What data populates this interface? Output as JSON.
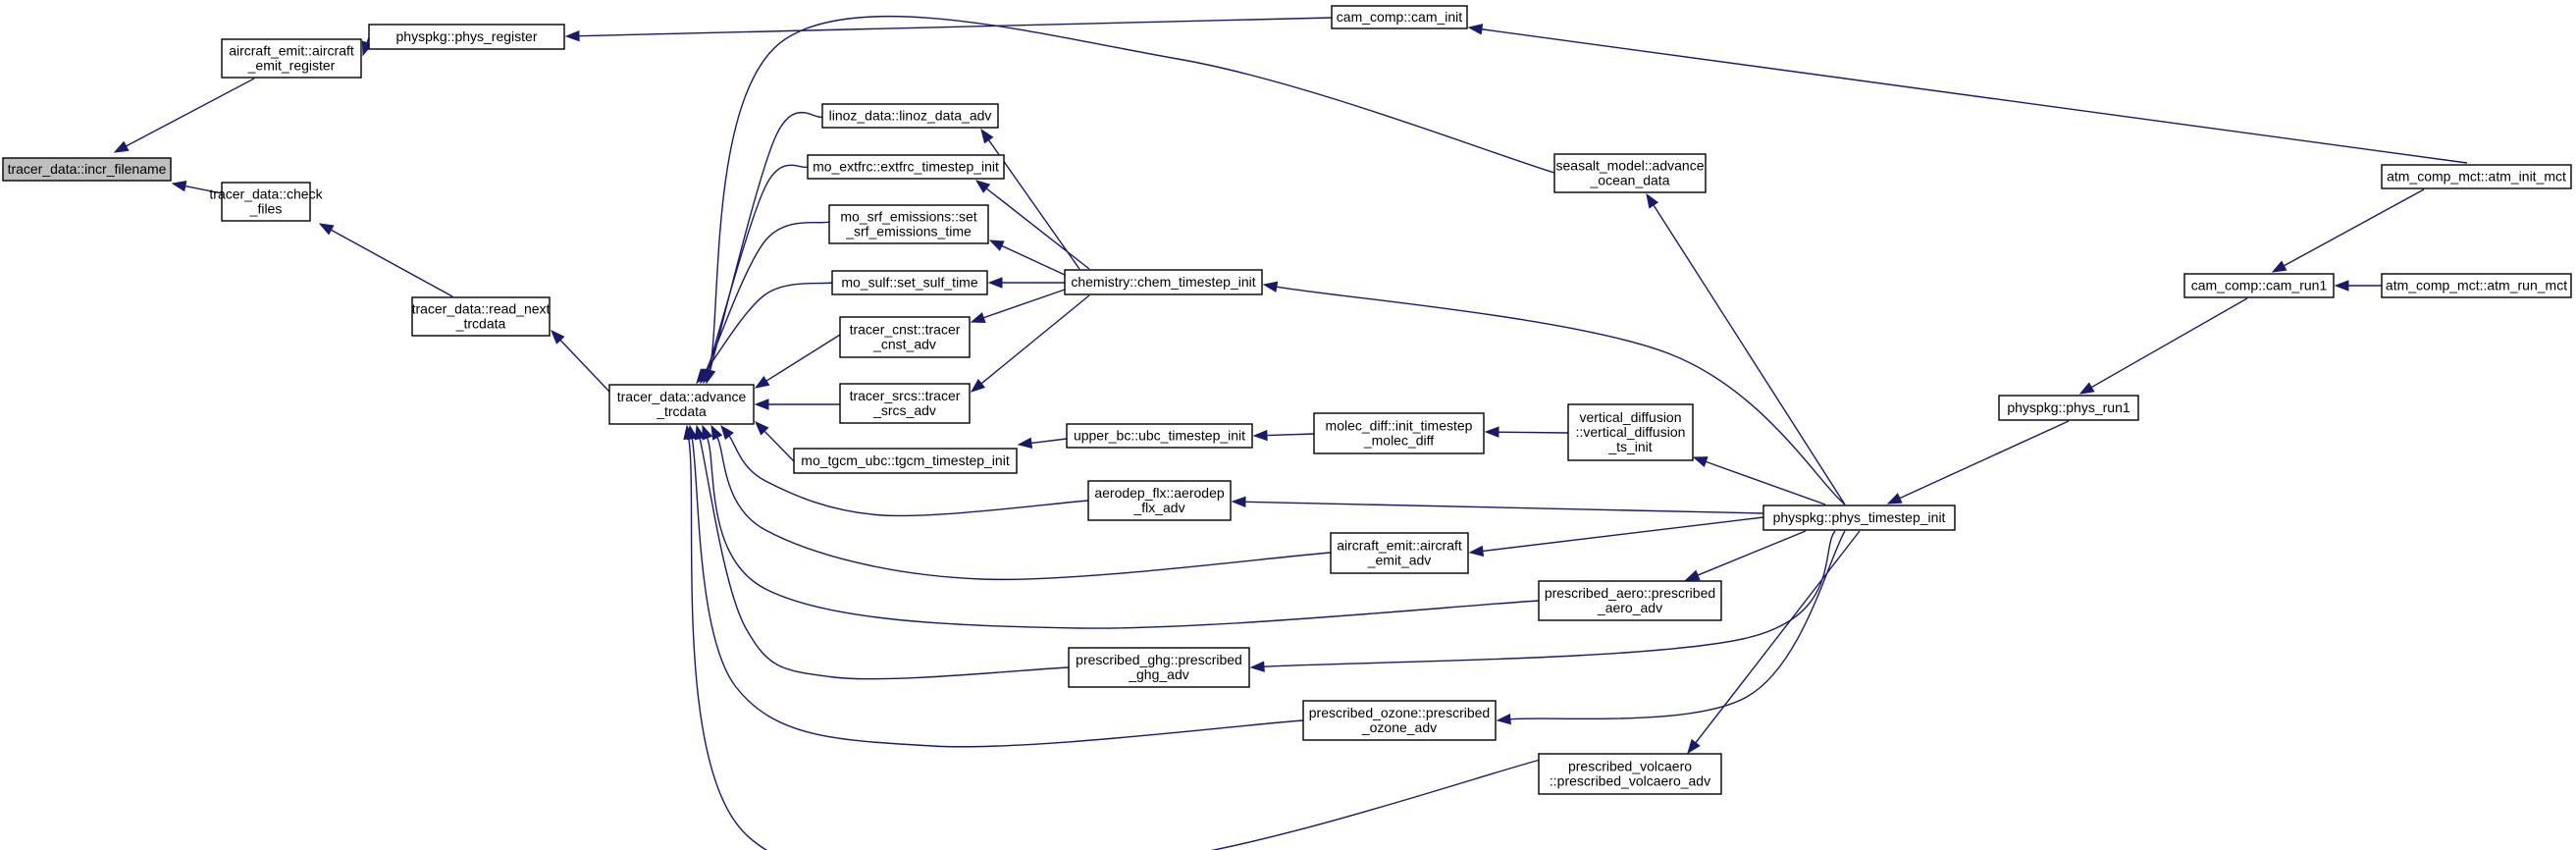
{
  "diagram": {
    "nodes": [
      {
        "id": "incr_filename",
        "lines": [
          "tracer_data::incr_filename"
        ],
        "root": true
      },
      {
        "id": "aircraft_emit_register",
        "lines": [
          "aircraft_emit::aircraft",
          "_emit_register"
        ]
      },
      {
        "id": "check_files",
        "lines": [
          "tracer_data::check",
          "_files"
        ]
      },
      {
        "id": "phys_register",
        "lines": [
          "physpkg::phys_register"
        ]
      },
      {
        "id": "cam_init",
        "lines": [
          "cam_comp::cam_init"
        ]
      },
      {
        "id": "atm_init_mct",
        "lines": [
          "atm_comp_mct::atm_init_mct"
        ]
      },
      {
        "id": "read_next_trcdata",
        "lines": [
          "tracer_data::read_next",
          "_trcdata"
        ]
      },
      {
        "id": "advance_trcdata",
        "lines": [
          "tracer_data::advance",
          "_trcdata"
        ]
      },
      {
        "id": "linoz_data_adv",
        "lines": [
          "linoz_data::linoz_data_adv"
        ]
      },
      {
        "id": "extfrc_timestep_init",
        "lines": [
          "mo_extfrc::extfrc_timestep_init"
        ]
      },
      {
        "id": "set_srf_emissions_time",
        "lines": [
          "mo_srf_emissions::set",
          "_srf_emissions_time"
        ]
      },
      {
        "id": "set_sulf_time",
        "lines": [
          "mo_sulf::set_sulf_time"
        ]
      },
      {
        "id": "tracer_cnst_adv",
        "lines": [
          "tracer_cnst::tracer",
          "_cnst_adv"
        ]
      },
      {
        "id": "tracer_srcs_adv",
        "lines": [
          "tracer_srcs::tracer",
          "_srcs_adv"
        ]
      },
      {
        "id": "tgcm_timestep_init",
        "lines": [
          "mo_tgcm_ubc::tgcm_timestep_init"
        ]
      },
      {
        "id": "aerodep_flx_adv",
        "lines": [
          "aerodep_flx::aerodep",
          "_flx_adv"
        ]
      },
      {
        "id": "aircraft_emit_adv",
        "lines": [
          "aircraft_emit::aircraft",
          "_emit_adv"
        ]
      },
      {
        "id": "prescribed_aero_adv",
        "lines": [
          "prescribed_aero::prescribed",
          "_aero_adv"
        ]
      },
      {
        "id": "prescribed_ghg_adv",
        "lines": [
          "prescribed_ghg::prescribed",
          "_ghg_adv"
        ]
      },
      {
        "id": "prescribed_ozone_adv",
        "lines": [
          "prescribed_ozone::prescribed",
          "_ozone_adv"
        ]
      },
      {
        "id": "prescribed_volcaero_adv",
        "lines": [
          "prescribed_volcaero",
          "::prescribed_volcaero_adv"
        ]
      },
      {
        "id": "chem_timestep_init",
        "lines": [
          "chemistry::chem_timestep_init"
        ]
      },
      {
        "id": "ubc_timestep_init",
        "lines": [
          "upper_bc::ubc_timestep_init"
        ]
      },
      {
        "id": "init_timestep_molec_diff",
        "lines": [
          "molec_diff::init_timestep",
          "_molec_diff"
        ]
      },
      {
        "id": "vertical_diffusion_ts_init",
        "lines": [
          "vertical_diffusion",
          "::vertical_diffusion",
          "_ts_init"
        ]
      },
      {
        "id": "advance_ocean_data",
        "lines": [
          "seasalt_model::advance",
          "_ocean_data"
        ]
      },
      {
        "id": "phys_timestep_init",
        "lines": [
          "physpkg::phys_timestep_init"
        ]
      },
      {
        "id": "phys_run1",
        "lines": [
          "physpkg::phys_run1"
        ]
      },
      {
        "id": "cam_run1",
        "lines": [
          "cam_comp::cam_run1"
        ]
      },
      {
        "id": "atm_run_mct",
        "lines": [
          "atm_comp_mct::atm_run_mct"
        ]
      }
    ],
    "edges": [
      {
        "from": "aircraft_emit_register",
        "to": "incr_filename"
      },
      {
        "from": "check_files",
        "to": "incr_filename"
      },
      {
        "from": "phys_register",
        "to": "aircraft_emit_register"
      },
      {
        "from": "cam_init",
        "to": "phys_register"
      },
      {
        "from": "atm_init_mct",
        "to": "cam_init"
      },
      {
        "from": "read_next_trcdata",
        "to": "check_files"
      },
      {
        "from": "advance_trcdata",
        "to": "read_next_trcdata"
      },
      {
        "from": "linoz_data_adv",
        "to": "advance_trcdata"
      },
      {
        "from": "extfrc_timestep_init",
        "to": "advance_trcdata"
      },
      {
        "from": "set_srf_emissions_time",
        "to": "advance_trcdata"
      },
      {
        "from": "set_sulf_time",
        "to": "advance_trcdata"
      },
      {
        "from": "tracer_cnst_adv",
        "to": "advance_trcdata"
      },
      {
        "from": "tracer_srcs_adv",
        "to": "advance_trcdata"
      },
      {
        "from": "tgcm_timestep_init",
        "to": "advance_trcdata"
      },
      {
        "from": "aerodep_flx_adv",
        "to": "advance_trcdata"
      },
      {
        "from": "aircraft_emit_adv",
        "to": "advance_trcdata"
      },
      {
        "from": "prescribed_aero_adv",
        "to": "advance_trcdata"
      },
      {
        "from": "prescribed_ghg_adv",
        "to": "advance_trcdata"
      },
      {
        "from": "prescribed_ozone_adv",
        "to": "advance_trcdata"
      },
      {
        "from": "prescribed_volcaero_adv",
        "to": "advance_trcdata"
      },
      {
        "from": "advance_ocean_data",
        "to": "advance_trcdata"
      },
      {
        "from": "chem_timestep_init",
        "to": "linoz_data_adv"
      },
      {
        "from": "chem_timestep_init",
        "to": "extfrc_timestep_init"
      },
      {
        "from": "chem_timestep_init",
        "to": "set_srf_emissions_time"
      },
      {
        "from": "chem_timestep_init",
        "to": "set_sulf_time"
      },
      {
        "from": "chem_timestep_init",
        "to": "tracer_cnst_adv"
      },
      {
        "from": "chem_timestep_init",
        "to": "tracer_srcs_adv"
      },
      {
        "from": "ubc_timestep_init",
        "to": "tgcm_timestep_init"
      },
      {
        "from": "init_timestep_molec_diff",
        "to": "ubc_timestep_init"
      },
      {
        "from": "vertical_diffusion_ts_init",
        "to": "init_timestep_molec_diff"
      },
      {
        "from": "phys_timestep_init",
        "to": "chem_timestep_init"
      },
      {
        "from": "phys_timestep_init",
        "to": "advance_ocean_data"
      },
      {
        "from": "phys_timestep_init",
        "to": "vertical_diffusion_ts_init"
      },
      {
        "from": "phys_timestep_init",
        "to": "aerodep_flx_adv"
      },
      {
        "from": "phys_timestep_init",
        "to": "aircraft_emit_adv"
      },
      {
        "from": "phys_timestep_init",
        "to": "prescribed_aero_adv"
      },
      {
        "from": "phys_timestep_init",
        "to": "prescribed_ghg_adv"
      },
      {
        "from": "phys_timestep_init",
        "to": "prescribed_ozone_adv"
      },
      {
        "from": "phys_timestep_init",
        "to": "prescribed_volcaero_adv"
      },
      {
        "from": "phys_run1",
        "to": "phys_timestep_init"
      },
      {
        "from": "cam_run1",
        "to": "phys_run1"
      },
      {
        "from": "atm_init_mct",
        "to": "cam_run1"
      },
      {
        "from": "atm_run_mct",
        "to": "cam_run1"
      }
    ]
  }
}
